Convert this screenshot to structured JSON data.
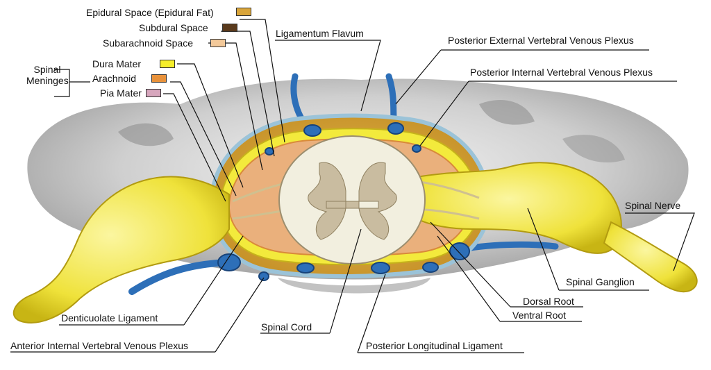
{
  "labels": {
    "epidural": "Epidural Space (Epidural Fat)",
    "subdural": "Subdural Space",
    "subarachnoid": "Subarachnoid Space",
    "dura": "Dura Mater",
    "arachnoid": "Arachnoid",
    "pia": "Pia Mater",
    "spinal_meninges": "Spinal Meninges",
    "ligamentum_flavum": "Ligamentum Flavum",
    "post_ext_plexus": "Posterior External Vertebral Venous Plexus",
    "post_int_plexus": "Posterior Internal Vertebral Venous Plexus",
    "spinal_nerve": "Spinal Nerve",
    "spinal_ganglion": "Spinal Ganglion",
    "dorsal_root": "Dorsal Root",
    "ventral_root": "Ventral Root",
    "denticulate": "Denticuolate Ligament",
    "spinal_cord": "Spinal Cord",
    "ant_int_plexus": "Anterior Internal Vertebral Venous Plexus",
    "post_long_lig": "Posterior Longitudinal Ligament"
  },
  "legend_colors": {
    "epidural": "#d9a53a",
    "subdural": "#5a3a1c",
    "subarachnoid": "#f3c99a",
    "dura": "#f5ee2a",
    "arachnoid": "#e8913a",
    "pia": "#d7a6bd"
  }
}
